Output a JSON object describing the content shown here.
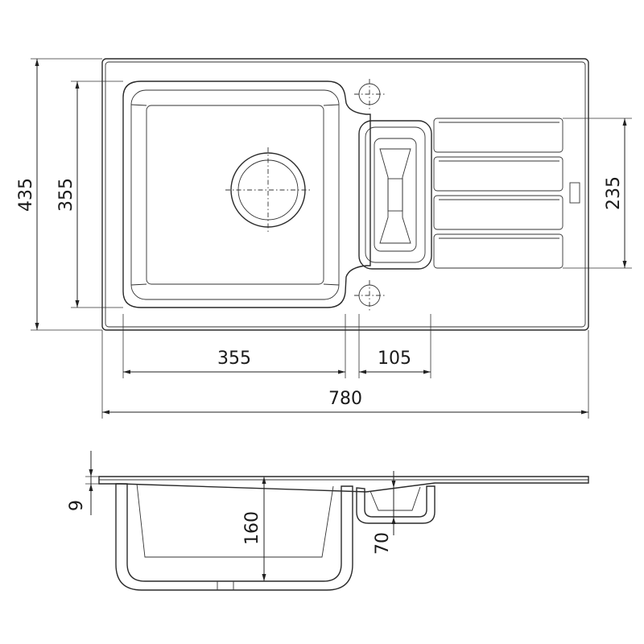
{
  "dimensions": {
    "overall_width": "780",
    "overall_depth": "435",
    "bowl_width": "355",
    "bowl_depth": "355",
    "offset_width": "105",
    "drainer_depth": "235",
    "rim_thickness": "9",
    "bowl_height": "160",
    "small_bowl_height": "70"
  },
  "colors": {
    "line": "#2a2a2a",
    "background": "#ffffff"
  }
}
